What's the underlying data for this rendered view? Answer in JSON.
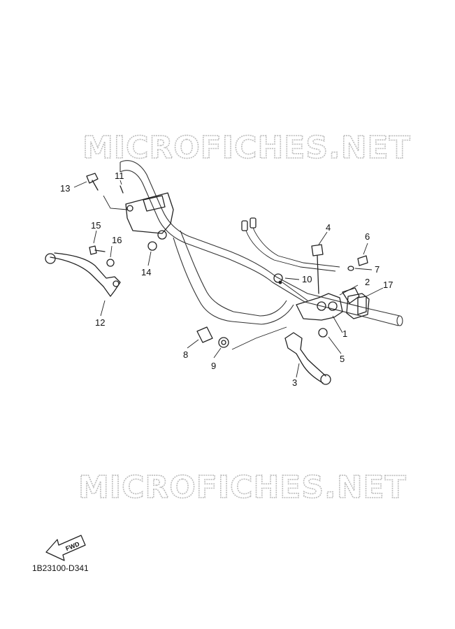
{
  "watermarks": [
    "MICROFICHES.NET",
    "MICROFICHES.NET"
  ],
  "diagram_code": "1B23100-D341",
  "fwd_label": "FWD",
  "callouts": [
    {
      "id": "1",
      "label": "1"
    },
    {
      "id": "2",
      "label": "2"
    },
    {
      "id": "3",
      "label": "3"
    },
    {
      "id": "4",
      "label": "4"
    },
    {
      "id": "5",
      "label": "5"
    },
    {
      "id": "6",
      "label": "6"
    },
    {
      "id": "7",
      "label": "7"
    },
    {
      "id": "8",
      "label": "8"
    },
    {
      "id": "9",
      "label": "9"
    },
    {
      "id": "10",
      "label": "10"
    },
    {
      "id": "11",
      "label": "11"
    },
    {
      "id": "12",
      "label": "12"
    },
    {
      "id": "13",
      "label": "13"
    },
    {
      "id": "14",
      "label": "14"
    },
    {
      "id": "15",
      "label": "15"
    },
    {
      "id": "16",
      "label": "16"
    },
    {
      "id": "17",
      "label": "17"
    }
  ]
}
